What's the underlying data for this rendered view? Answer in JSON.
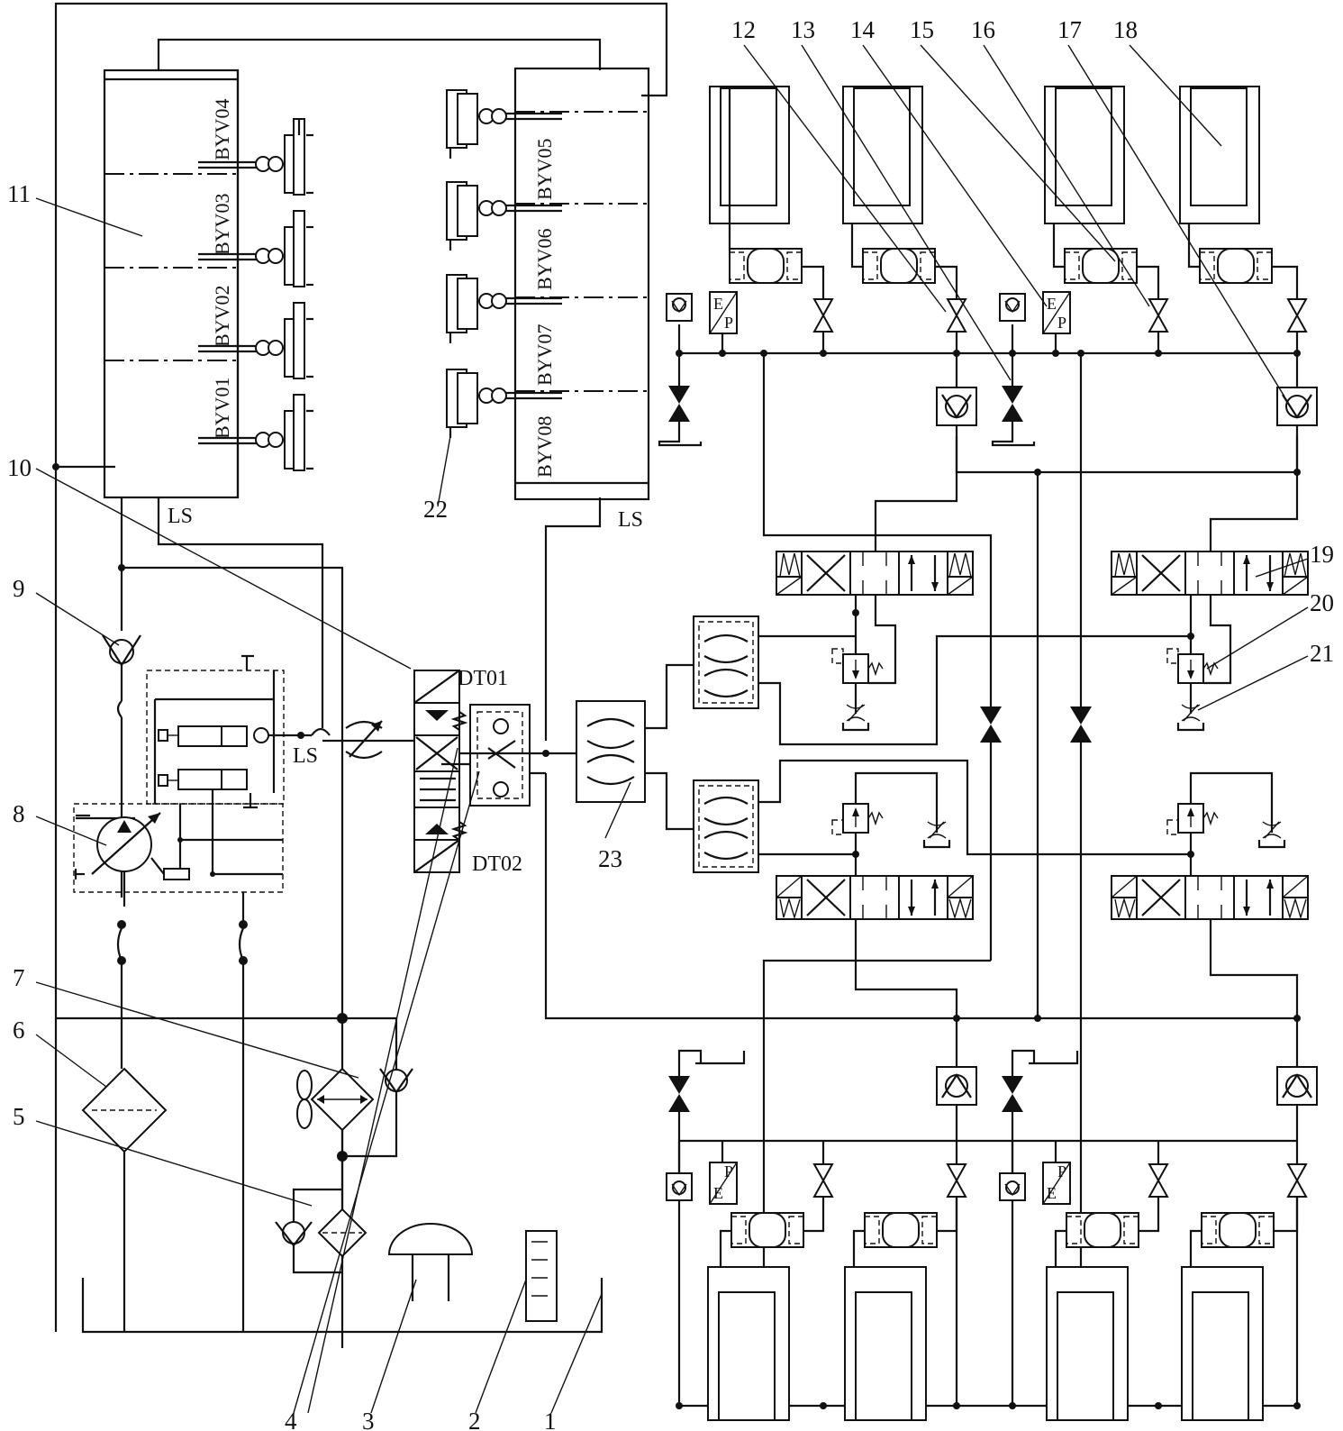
{
  "callouts": [
    "1",
    "2",
    "3",
    "4",
    "5",
    "6",
    "7",
    "8",
    "9",
    "10",
    "11",
    "12",
    "13",
    "14",
    "15",
    "16",
    "17",
    "18",
    "19",
    "20",
    "21",
    "22",
    "23"
  ],
  "valve_labels": [
    "BYV01",
    "BYV02",
    "BYV03",
    "BYV04",
    "BYV05",
    "BYV06",
    "BYV07",
    "BYV08"
  ],
  "ls_labels": [
    "LS",
    "LS",
    "LS"
  ],
  "solenoids": {
    "dt01": "DT01",
    "dt02": "DT02"
  },
  "transducer": {
    "e": "E",
    "p": "P"
  }
}
